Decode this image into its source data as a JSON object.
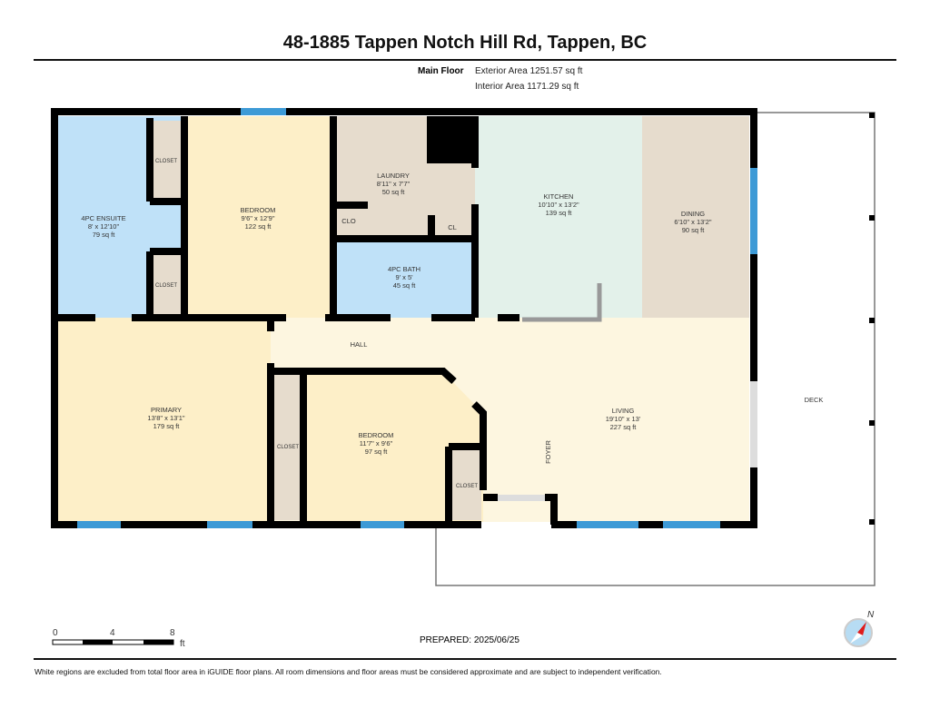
{
  "title": "48-1885 Tappen Notch Hill Rd, Tappen, BC",
  "floor": {
    "name": "Main Floor",
    "exterior_area": "Exterior Area 1251.57 sq ft",
    "interior_area": "Interior Area 1171.29 sq ft"
  },
  "rooms": {
    "ensuite": {
      "name": "4PC ENSUITE",
      "dims": "8' x 12'10\"",
      "area": "79 sq ft"
    },
    "bedroom1": {
      "name": "BEDROOM",
      "dims": "9'6\" x 12'9\"",
      "area": "122 sq ft"
    },
    "laundry": {
      "name": "LAUNDRY",
      "dims": "8'11\" x 7'7\"",
      "area": "50 sq ft"
    },
    "bath": {
      "name": "4PC BATH",
      "dims": "9' x 5'",
      "area": "45 sq ft"
    },
    "kitchen": {
      "name": "KITCHEN",
      "dims": "10'10\" x 13'2\"",
      "area": "139 sq ft"
    },
    "dining": {
      "name": "DINING",
      "dims": "6'10\" x 13'2\"",
      "area": "90 sq ft"
    },
    "primary": {
      "name": "PRIMARY",
      "dims": "13'8\" x 13'1\"",
      "area": "179 sq ft"
    },
    "bedroom2": {
      "name": "BEDROOM",
      "dims": "11'7\" x 9'6\"",
      "area": "97 sq ft"
    },
    "living": {
      "name": "LIVING",
      "dims": "19'10\" x 13'",
      "area": "227 sq ft"
    },
    "hall": {
      "name": "HALL"
    },
    "foyer": {
      "name": "FOYER"
    },
    "deck": {
      "name": "DECK"
    },
    "closet_label": "CLOSET",
    "clo_label": "CLO",
    "cl_label": "CL"
  },
  "scale": {
    "ticks": [
      "0",
      "4",
      "8"
    ],
    "unit": "ft"
  },
  "compass": {
    "label": "N"
  },
  "prepared": "PREPARED: 2025/06/25",
  "disclaimer": "White regions are excluded from total floor area in iGUIDE floor plans. All room dimensions and floor areas must be considered approximate and are subject to independent verification.",
  "colors": {
    "wall": "#000000",
    "window": "#3d9ad6",
    "bath": "#bfe1f8",
    "bedroom": "#fdefc8",
    "utility": "#e6dccd",
    "kitchen": "#e3f1ea",
    "living": "#fdf6e0"
  }
}
